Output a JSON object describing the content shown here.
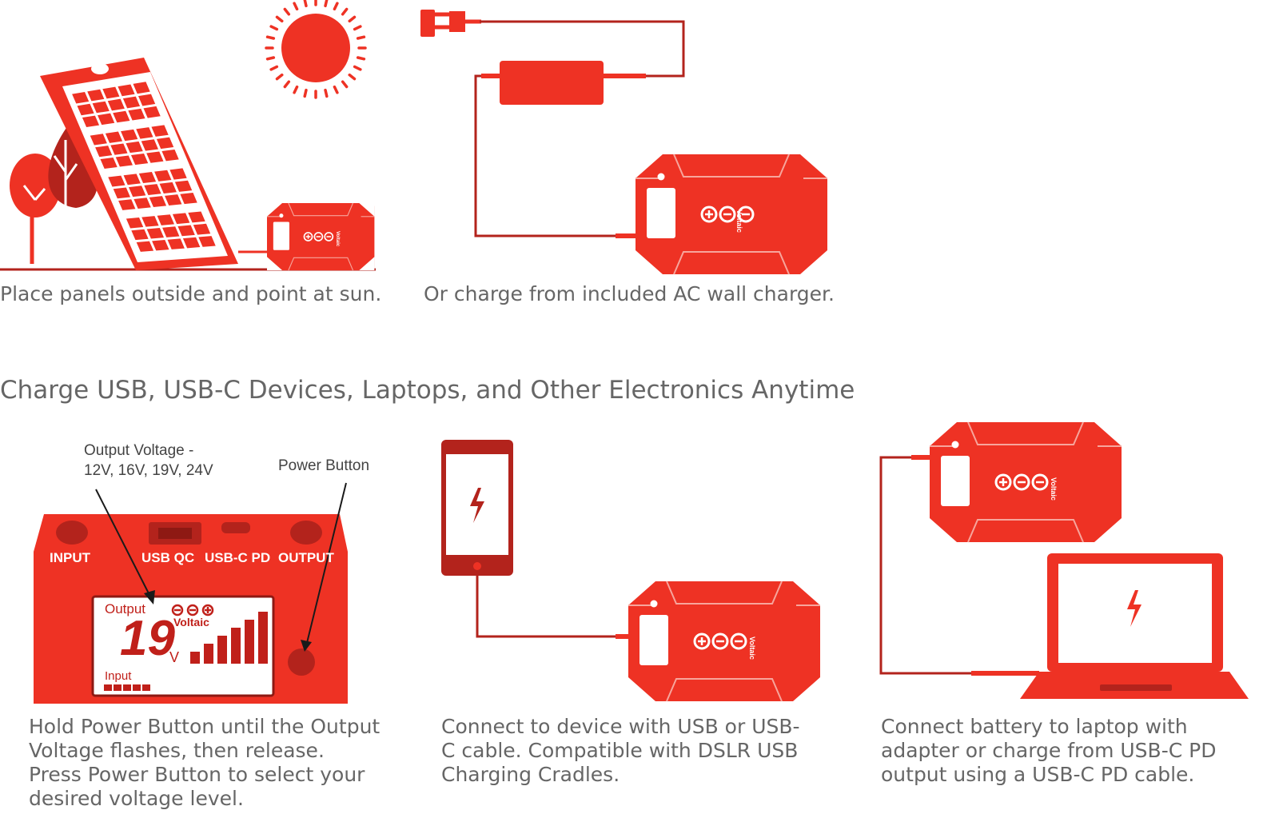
{
  "captions": {
    "solar": "Place panels outside and point at sun.",
    "ac": "Or charge from included AC wall charger.",
    "power_button": "Hold Power Button until the Output Voltage flashes, then release. Press Power Button to select your desired voltage level.",
    "device": "Connect to device with USB or USB-C cable. Compatible with DSLR USB Charging Cradles.",
    "laptop": "Connect battery to laptop with adapter or charge from USB-C PD output using a USB-C PD cable."
  },
  "heading": "Charge USB, USB-C Devices, Laptops, and Other Electronics Anytime",
  "callouts": {
    "output_voltage_line1": "Output Voltage -",
    "output_voltage_line2": "12V, 16V, 19V, 24V",
    "power_button": "Power Button"
  },
  "ports": {
    "input": "INPUT",
    "usb_qc": "USB QC",
    "usb_c_pd": "USB-C PD",
    "output": "OUTPUT"
  },
  "display": {
    "output_label": "Output",
    "brand": "Voltaic",
    "voltage": "19",
    "unit": "V",
    "input_label": "Input"
  },
  "battery_brand": "Voltaic",
  "colors": {
    "primary_red": "#ee3224",
    "dark_red": "#b3231c",
    "caption_gray": "#666666"
  }
}
